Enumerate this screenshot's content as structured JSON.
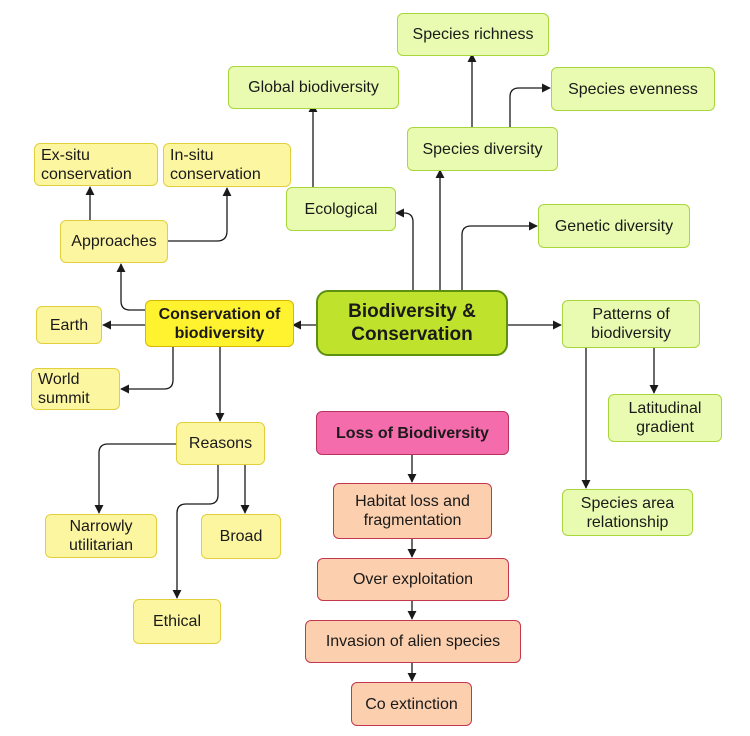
{
  "central": "Biodiversity &\nConservation",
  "biodiversity": {
    "ecological": "Ecological",
    "global": "Global biodiversity",
    "species_diversity": "Species diversity",
    "species_richness": "Species richness",
    "species_evenness": "Species evenness",
    "genetic_diversity": "Genetic diversity",
    "patterns": "Patterns of\nbiodiversity",
    "latitudinal": "Latitudinal\ngradient",
    "species_area": "Species area\nrelationship"
  },
  "conservation": {
    "title": "Conservation of\nbiodiversity",
    "approaches": "Approaches",
    "ex_situ": "Ex-situ\nconservation",
    "in_situ": "In-situ\nconservation",
    "earth": "Earth",
    "world_summit": "World\nsummit",
    "reasons": "Reasons",
    "narrowly": "Narrowly\nutilitarian",
    "broad": "Broad",
    "ethical": "Ethical"
  },
  "loss": {
    "title": "Loss of Biodiversity",
    "habitat": "Habitat loss and\nfragmentation",
    "over_exploitation": "Over exploitation",
    "invasion": "Invasion of alien species",
    "co_extinction": "Co extinction"
  },
  "colors": {
    "central_fill": "#bfe22c",
    "green_fill": "#e8fbb0",
    "yellow_fill": "#fdf6a0",
    "conservation_fill": "#fff22e",
    "loss_fill": "#f56cad",
    "peach_fill": "#fccfae",
    "connector": "#1a1a1a"
  }
}
